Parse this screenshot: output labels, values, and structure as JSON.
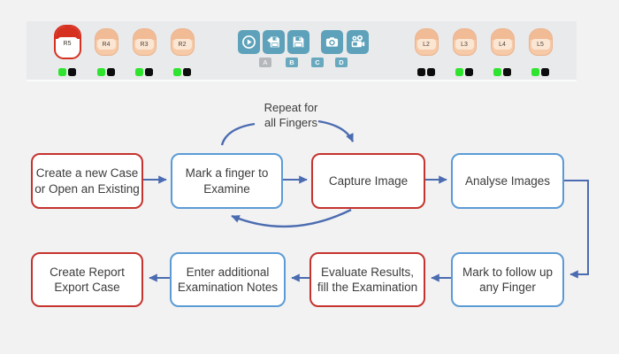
{
  "colors": {
    "page_bg": "#f2f2f3",
    "toolbar_bg": "#e9eaeb",
    "button_teal": "#5da2ba",
    "badge_teal": "#68a9bf",
    "badge_disabled_gray": "#b5b8ba",
    "finger_skin": "#f6c9a7",
    "finger_selected_red": "#d63020",
    "led_green": "#2fe42f",
    "led_black": "#0d0d0d",
    "node_red_border": "#c5332d",
    "node_blue_border": "#5b9bd5",
    "arrow_blue": "#4b6cb0"
  },
  "toolbar": {
    "right_hand_fingers": [
      {
        "label": "R5",
        "selected": true,
        "leds": [
          "green",
          "black"
        ]
      },
      {
        "label": "R4",
        "selected": false,
        "leds": [
          "green",
          "black"
        ]
      },
      {
        "label": "R3",
        "selected": false,
        "leds": [
          "green",
          "black"
        ]
      },
      {
        "label": "R2",
        "selected": false,
        "leds": [
          "green",
          "black"
        ]
      }
    ],
    "left_hand_fingers": [
      {
        "label": "L2",
        "selected": false,
        "leds": [
          "black",
          "black"
        ]
      },
      {
        "label": "L3",
        "selected": false,
        "leds": [
          "green",
          "black"
        ]
      },
      {
        "label": "L4",
        "selected": false,
        "leds": [
          "green",
          "black"
        ]
      },
      {
        "label": "L5",
        "selected": false,
        "leds": [
          "green",
          "black"
        ]
      }
    ],
    "buttons": [
      {
        "icon": "play-icon"
      },
      {
        "icon": "save-as-icon"
      },
      {
        "icon": "save-icon"
      },
      {
        "icon": "camera-icon"
      },
      {
        "icon": "video-camera-icon"
      }
    ],
    "shortcut_badges": [
      {
        "label": "A",
        "state": "disabled"
      },
      {
        "label": "B",
        "state": "enabled"
      },
      {
        "label": "C",
        "state": "enabled"
      },
      {
        "label": "D",
        "state": "enabled"
      }
    ]
  },
  "flowchart": {
    "repeat_note": [
      "Repeat for",
      "all Fingers"
    ],
    "nodes": [
      {
        "id": "create-case",
        "style": "red",
        "lines": [
          "Create a new Case",
          "or Open an Existing"
        ]
      },
      {
        "id": "mark-finger",
        "style": "blue",
        "lines": [
          "Mark a finger to",
          "Examine"
        ]
      },
      {
        "id": "capture-image",
        "style": "red",
        "lines": [
          "Capture Image"
        ]
      },
      {
        "id": "analyse-images",
        "style": "blue",
        "lines": [
          "Analyse Images"
        ]
      },
      {
        "id": "mark-follow-up",
        "style": "blue",
        "lines": [
          "Mark to follow up",
          "any Finger"
        ]
      },
      {
        "id": "evaluate-results",
        "style": "red",
        "lines": [
          "Evaluate Results,",
          "fill the Examination"
        ]
      },
      {
        "id": "enter-notes",
        "style": "blue",
        "lines": [
          "Enter additional",
          "Examination Notes"
        ]
      },
      {
        "id": "create-report",
        "style": "red",
        "lines": [
          "Create Report",
          "Export Case"
        ]
      }
    ]
  }
}
